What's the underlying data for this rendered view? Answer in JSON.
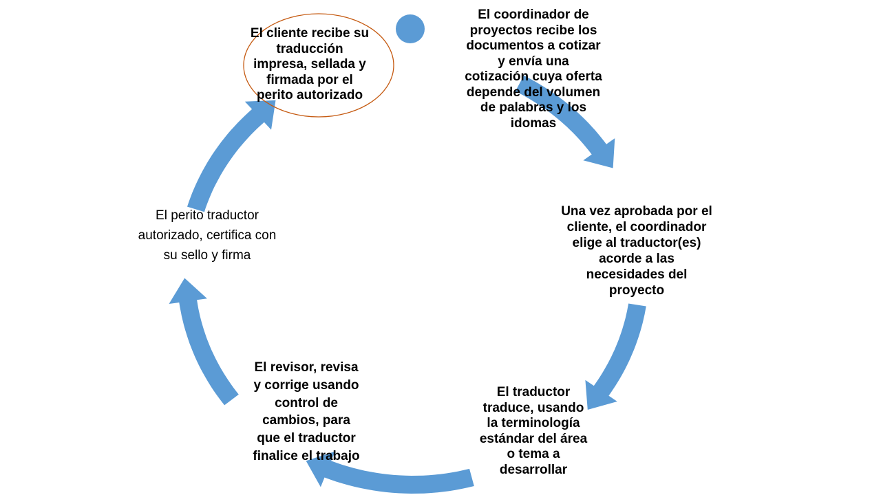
{
  "colors": {
    "arrow": "#5B9BD5",
    "marker": "#5B9BD5",
    "highlight_ring": "#C55A11",
    "text": "#000000"
  },
  "steps": [
    {
      "text": "El coordinador de\nproyectos  recibe los\ndocumentos a cotizar\ny  envía una\ncotización cuya oferta\ndepende del volumen\nde palabras y los\nidomas"
    },
    {
      "text": "Una vez aprobada por el\ncliente, el coordinador\nelige al traductor(es)\nacorde a las\nnecesidades del\nproyecto"
    },
    {
      "text": "El traductor\ntraduce, usando\nla terminología\nestándar del área\no tema a\ndesarrollar"
    },
    {
      "text": "El revisor, revisa\ny corrige usando\ncontrol de\ncambios, para\nque el traductor\nfinalice  el trabajo"
    },
    {
      "text": "El perito traductor\nautorizado, certifica con\nsu sello y firma"
    },
    {
      "text": "El cliente recibe su\ntraducción\nimpresa, sellada y\nfirmada por el\nperito autorizado"
    }
  ]
}
